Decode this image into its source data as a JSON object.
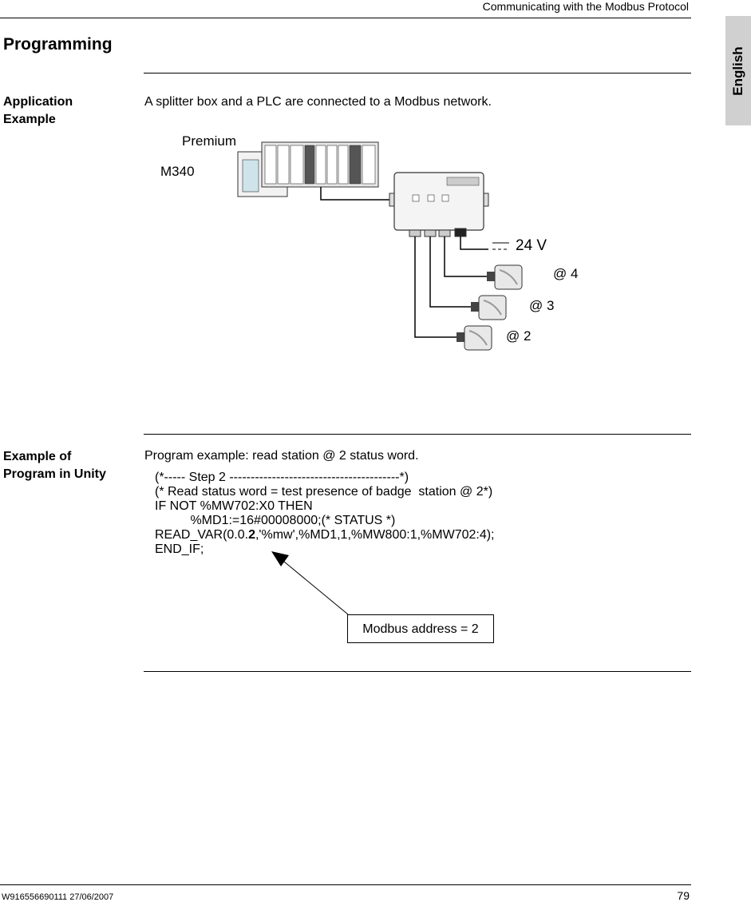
{
  "header": {
    "chapter_title": "Communicating with the Modbus Protocol"
  },
  "language_tab": "English",
  "section_title": "Programming",
  "application_example": {
    "label_line1": "Application",
    "label_line2": "Example",
    "description": "A splitter box and a PLC are connected to a Modbus network.",
    "diagram": {
      "plc_premium": "Premium",
      "plc_m340": "M340",
      "power": "24 V",
      "stations": [
        "@ 4",
        "@ 3",
        "@ 2"
      ]
    }
  },
  "program_example": {
    "label_line1": "Example of",
    "label_line2": "Program in Unity",
    "description": "Program example: read station @ 2 status word.",
    "code_lines": [
      "(*----- Step 2 ----------------------------------------*)",
      "(* Read status word = test presence of badge  station @ 2*)",
      "IF NOT %MW702:X0 THEN",
      "          %MD1:=16#00008000;(* STATUS *)",
      "READ_VAR(0.0.",
      "2",
      ",'%mw',%MD1,1,%MW800:1,%MW702:4);",
      "END_IF;"
    ],
    "callout": "Modbus address = 2"
  },
  "footer": {
    "doc_ref": "W916556690111 27/06/2007",
    "page_number": "79"
  }
}
